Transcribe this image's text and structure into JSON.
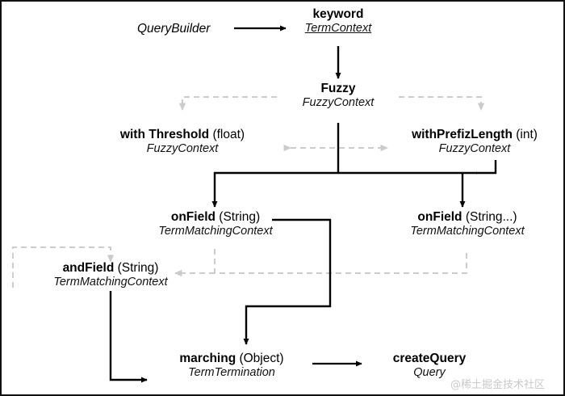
{
  "diagram": {
    "title": "QueryBuilder keyword fuzzy query fluent API flow",
    "colors": {
      "background": "#ffffff",
      "border": "#111111",
      "solid_edge": "#000000",
      "dashed_edge": "#cccccc",
      "text": "#000000",
      "watermark": "#c9c9c9"
    },
    "source_label": "QueryBuilder",
    "watermark": "@稀土掘金技术社区",
    "nodes": [
      {
        "id": "keyword",
        "method": "keyword",
        "args": "",
        "type": "TermContext",
        "type_underlined": true
      },
      {
        "id": "fuzzy",
        "method": "Fuzzy",
        "args": "",
        "type": "FuzzyContext",
        "type_underlined": false
      },
      {
        "id": "with-threshold",
        "method": "with Threshold",
        "args": "(float)",
        "type": "FuzzyContext",
        "type_underlined": false
      },
      {
        "id": "with-prefiz-length",
        "method": "withPrefizLength",
        "args": "(int)",
        "type": "FuzzyContext",
        "type_underlined": false
      },
      {
        "id": "on-field-string",
        "method": "onField",
        "args": "(String)",
        "type": "TermMatchingContext",
        "type_underlined": false
      },
      {
        "id": "on-field-varargs",
        "method": "onField",
        "args": "(String...)",
        "type": "TermMatchingContext",
        "type_underlined": false
      },
      {
        "id": "and-field",
        "method": "andField",
        "args": "(String)",
        "type": "TermMatchingContext",
        "type_underlined": false
      },
      {
        "id": "marching",
        "method": "marching",
        "args": "(Object)",
        "type": "TermTermination",
        "type_underlined": false
      },
      {
        "id": "create-query",
        "method": "createQuery",
        "args": "",
        "type": "Query",
        "type_underlined": false
      }
    ],
    "edges": [
      {
        "id": "edge-querybuilder-keyword",
        "from": "QueryBuilder",
        "to": "keyword",
        "style": "solid"
      },
      {
        "id": "edge-keyword-fuzzy",
        "from": "keyword",
        "to": "Fuzzy",
        "style": "solid"
      },
      {
        "id": "edge-fuzzy-withthreshold",
        "from": "Fuzzy",
        "to": "with Threshold",
        "style": "dashed"
      },
      {
        "id": "edge-fuzzy-withprefizlength",
        "from": "Fuzzy",
        "to": "withPrefizLength",
        "style": "dashed"
      },
      {
        "id": "edge-threshold-prefiz-bidirectional",
        "from": "with Threshold",
        "to": "withPrefizLength",
        "style": "dashed-bidirectional"
      },
      {
        "id": "edge-fuzzy-onfield-string",
        "from": "Fuzzy",
        "to": "onField (String)",
        "style": "solid"
      },
      {
        "id": "edge-fuzzy-onfield-varargs",
        "from": "Fuzzy",
        "to": "onField (String...)",
        "style": "solid"
      },
      {
        "id": "edge-onfield-andfield",
        "from": "onField",
        "to": "andField",
        "style": "dashed"
      },
      {
        "id": "edge-onfield-marching",
        "from": "onField (String)",
        "to": "marching",
        "style": "solid"
      },
      {
        "id": "edge-andfield-marching",
        "from": "andField",
        "to": "marching",
        "style": "solid"
      },
      {
        "id": "edge-marching-createquery",
        "from": "marching",
        "to": "createQuery",
        "style": "solid"
      }
    ]
  }
}
